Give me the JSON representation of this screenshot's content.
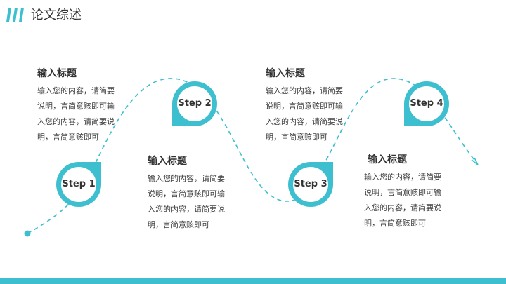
{
  "header": {
    "title": "论文综述"
  },
  "colors": {
    "accent": "#3dbfd0",
    "text": "#333333"
  },
  "steps": [
    {
      "label": "Step 1"
    },
    {
      "label": "Step 2"
    },
    {
      "label": "Step 3"
    },
    {
      "label": "Step 4"
    }
  ],
  "blocks": [
    {
      "title": "输入标题",
      "body": "输入您的内容，请简要\n说明，言简意赅即可输\n入您的内容，请简要说\n明，言简意赅即可"
    },
    {
      "title": "输入标题",
      "body": "输入您的内容，请简要\n说明，言简意赅即可输\n入您的内容，请简要说\n明，言简意赅即可"
    },
    {
      "title": "输入标题",
      "body": "输入您的内容，请简要\n说明，言简意赅即可输\n入您的内容，请简要说\n明，言简意赅即可"
    },
    {
      "title": "输入标题",
      "body": "输入您的内容，请简要\n说明，言简意赅即可输\n入您的内容，请简要说\n明，言简意赅即可"
    }
  ]
}
